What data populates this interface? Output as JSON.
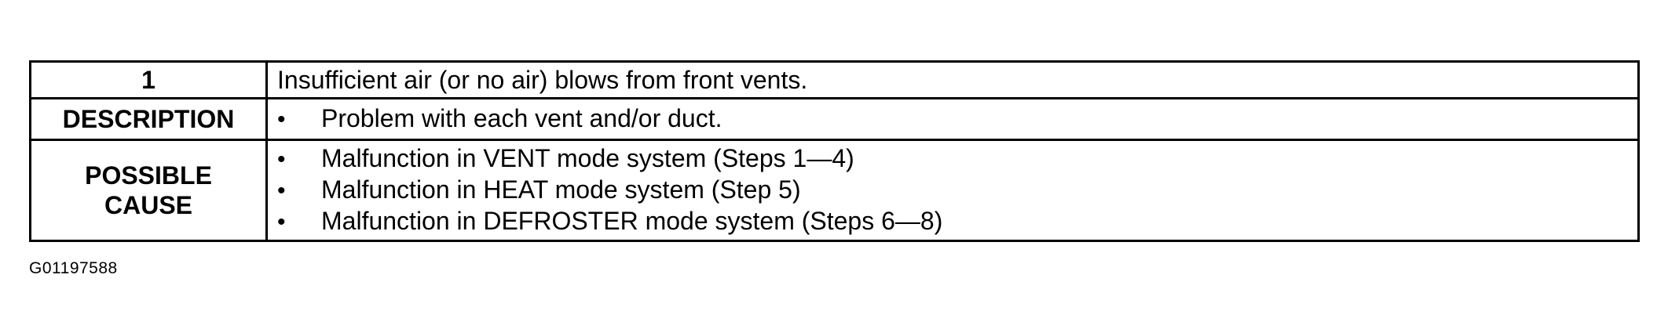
{
  "table": {
    "title_row": {
      "label": "1",
      "text": "Insufficient air (or no air) blows from front vents."
    },
    "description_row": {
      "label": "DESCRIPTION",
      "items": [
        "Problem with each vent and/or duct."
      ]
    },
    "cause_row": {
      "label_line1": "POSSIBLE",
      "label_line2": "CAUSE",
      "items": [
        "Malfunction in VENT mode system (Steps 1—4)",
        "Malfunction in HEAT mode system (Step 5)",
        "Malfunction in DEFROSTER mode system (Steps 6—8)"
      ]
    },
    "bullet_glyph": "•"
  },
  "figure_code": "G01197588"
}
